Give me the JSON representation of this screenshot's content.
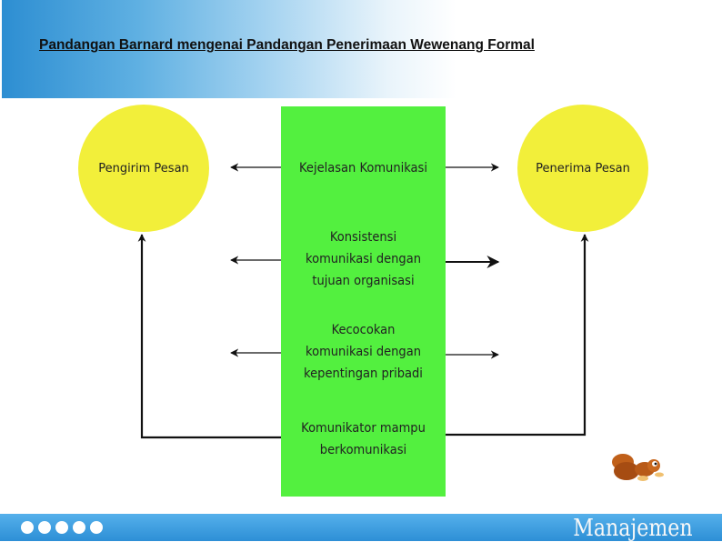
{
  "slide": {
    "title": "Pandangan Barnard mengenai Pandangan Penerimaan Wewenang Formal"
  },
  "diagram": {
    "sender": "Pengirim Pesan",
    "receiver": "Penerima Pesan",
    "factors": [
      [
        "Kejelasan Komunikasi"
      ],
      [
        "Konsistensi",
        "komunikasi dengan",
        "tujuan organisasi"
      ],
      [
        "Kecocokan",
        "komunikasi dengan",
        "kepentingan pribadi"
      ],
      [
        "Komunikator mampu",
        "berkomunikasi"
      ]
    ]
  },
  "footer": {
    "brand": "Manajemen",
    "dot_count": 5
  },
  "colors": {
    "header_blue": "#2d8ed2",
    "circle_yellow": "#f2ef3a",
    "panel_green": "#53f03f",
    "footer_blue": "#2d8fd6"
  }
}
